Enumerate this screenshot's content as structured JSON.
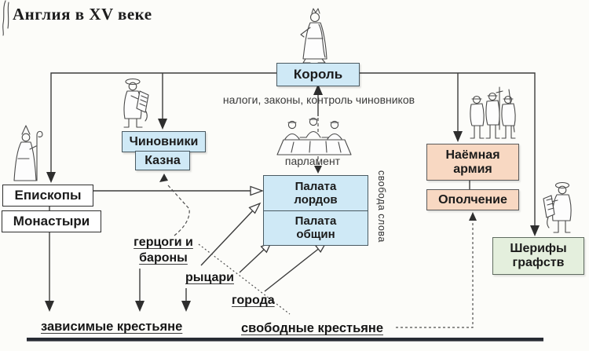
{
  "title": "Англия в XV веке",
  "colors": {
    "box_blue": "#cfe9f6",
    "box_peach": "#f8d8c2",
    "box_green": "#e4efdd",
    "border_dark": "#4a5a62",
    "line": "#3c3c3c",
    "bottom_bar": "#272b33"
  },
  "nodes": {
    "king": "Король",
    "officials": "Чиновники",
    "treasury": "Казна",
    "bishops": "Епископы",
    "monasteries": "Монастыри",
    "house_of_lords": "Палата\nлордов",
    "house_of_commons": "Палата\nобщин",
    "mercenary_army": "Наёмная\nармия",
    "militia": "Ополчение",
    "county_sheriffs": "Шерифы\nграфств"
  },
  "labels": {
    "taxes_laws": "налоги, законы, контроль чиновников",
    "parliament": "парламент",
    "freedom_of_speech": "свобода слова",
    "dukes_and_barons": "герцоги и\nбароны",
    "knights": "рыцари",
    "cities": "города",
    "dependent_peasants": "зависимые крестьяне",
    "free_peasants": "свободные крестьяне"
  }
}
